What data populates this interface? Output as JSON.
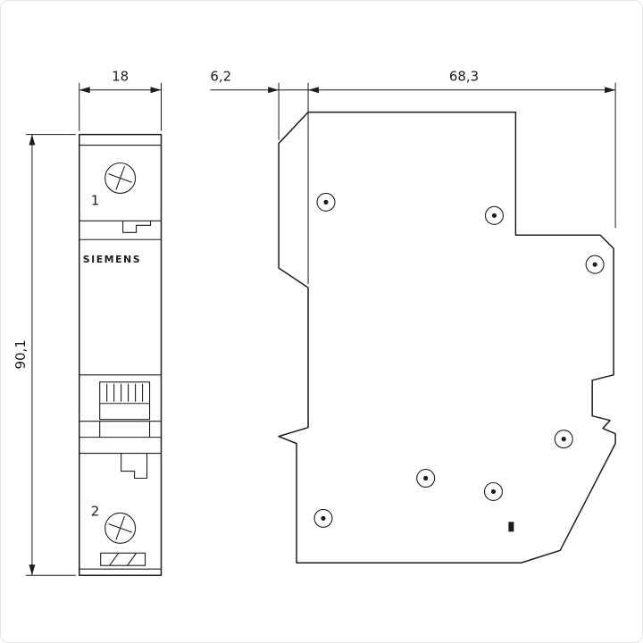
{
  "dimensions": {
    "width": "18",
    "height": "90,1",
    "toggle_offset": "6,2",
    "depth": "68,3"
  },
  "front_view": {
    "brand": "SIEMENS",
    "terminal_top": "1",
    "terminal_bottom": "2"
  },
  "colors": {
    "line": "#1d1d1d",
    "background": "#ffffff"
  }
}
